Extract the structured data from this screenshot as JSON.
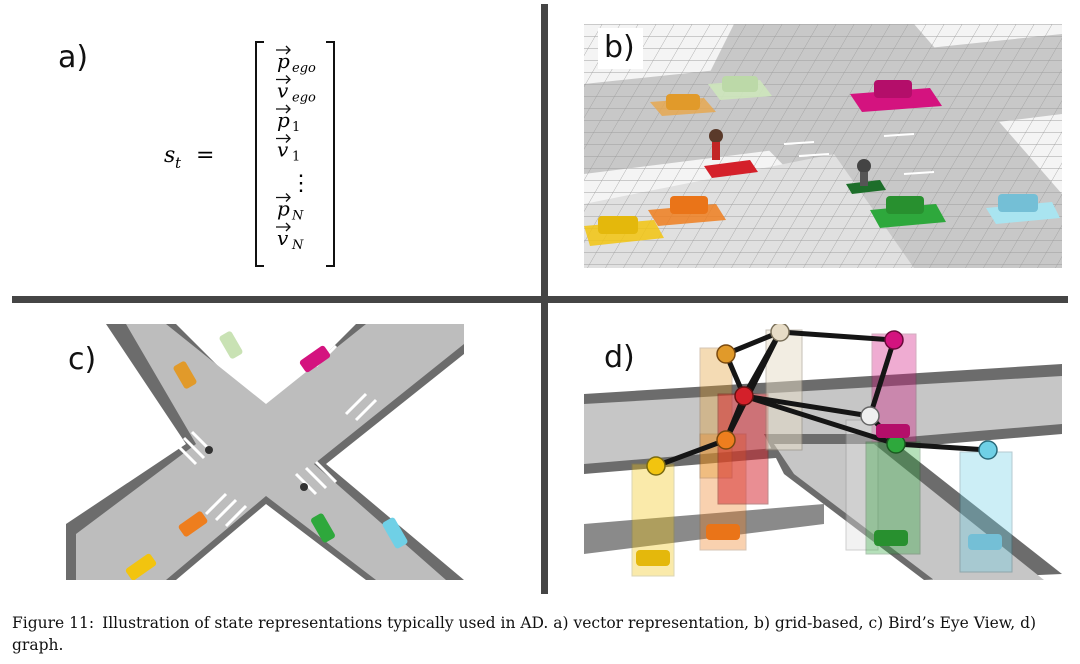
{
  "panels": {
    "a": {
      "label": "a)"
    },
    "b": {
      "label": "b)"
    },
    "c": {
      "label": "c)"
    },
    "d": {
      "label": "d)"
    }
  },
  "formula": {
    "lhs": "s",
    "lhs_sub": "t",
    "eq": "=",
    "rows": [
      {
        "sym": "p",
        "sub": "ego"
      },
      {
        "sym": "v",
        "sub": "ego"
      },
      {
        "sym": "p",
        "sub": "1"
      },
      {
        "sym": "v",
        "sub": "1"
      },
      {
        "sym": "⋮",
        "sub": ""
      },
      {
        "sym": "p",
        "sub": "N"
      },
      {
        "sym": "v",
        "sub": "N"
      }
    ]
  },
  "caption": {
    "number": "Figure 11:",
    "text": "Illustration of state representations typically used in AD. a) vector representation, b) grid-based, c) Bird’s Eye View, d) graph."
  },
  "colors": {
    "yellow": "#f2c40f",
    "orange": "#ee7e1e",
    "light_green": "#c9e2b4",
    "magenta": "#d4137f",
    "green": "#2ea83c",
    "cyan": "#6fd0e6",
    "red": "#d4202a",
    "beige": "#e7dcc6",
    "road": "#bdbdbd",
    "divider": "#454545"
  }
}
